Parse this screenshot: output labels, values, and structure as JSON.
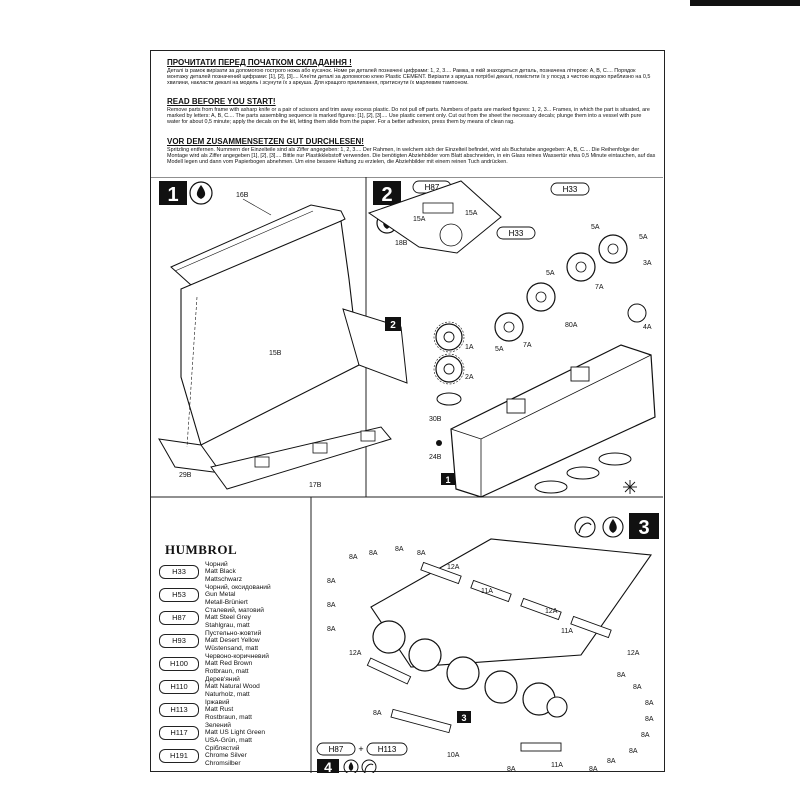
{
  "instructions": {
    "ua_heading": "ПРОЧИТАТИ ПЕРЕД ПОЧАТКОМ СКЛАДАННЯ !",
    "ua_text": "Деталі із рамок вирізати за допомогою гострого ножа або кусачок. Номе ри деталей позначені цифрами: 1, 2, 3.... Рамка, в якій знаходиться деталь, позначена літерою: А, В, С.... Порядок монтажу деталей позначений цифрами: [1], [2], [3].... Клеїти деталі за допомогою клею Plastic CEMENT. Вирізати з аркуша потрібні декалі, помістити їх у посуд з чистою водою приблизно на 0,5 хвилини, накласти декалі на модель і зсунути їх з аркуша. Для кращого прилипання, притиснути їх марлевим тампоном.",
    "en_heading": "READ BEFORE YOU START!",
    "en_text": "Remove parts from frame with asharp knife or a pair of scissors and trim away excess plastic. Do not pull off parts. Numbers of parts are marked figures: 1, 2, 3... Frames, in which the part is situated, are marked by letters: A, B, C.... The parts assembling sequence is marked figures: [1], [2], [3].... Use plastic cement only. Cut out from the sheet the necessary decals; plunge them into a vessel with pure water for about 0,5 minute; apply the decals on the kit, letting them slide from the paper. For a better adhesion, press them by means of clean rag.",
    "de_heading": "VOR DEM ZUSAMMENSETZEN GUT DURCHLESEN!",
    "de_text": "Spritzling entfernen. Nummern der Einzelteile sind als Ziffer angegeben: 1, 2, 3.... Der Rahmen, in welchem sich der Einzelteil befindet, wird als Buchstabe angegeben: A, B, C.... Die Reihenfolge der Montage wird als Ziffer angegeben [1], [2], [3].... Bittle nur Plastikklebstoff verwenden. Die benötigten Abziehbilder vom Blatt abschneiden, in ein Glass reines Wassertür etwa 0,5 Minute eintauchen, auf das Modell legen und dann vom Papierbogen abnehmen. Um eine bessere Haftung zu erzielen, die Abziehbilder mit einem reinen Tuch andrücken."
  },
  "steps": {
    "step1": {
      "number": "1",
      "parts": {
        "p16b": "16B",
        "p15b": "15B",
        "p29b": "29B",
        "p17b": "17B"
      },
      "sub_step": "2"
    },
    "step2": {
      "number": "2",
      "paint": "H87",
      "parts": {
        "p15a_l": "15A",
        "p15a_r": "15A",
        "p18b": "18B",
        "p1a": "1A",
        "p2a": "2A",
        "p30b": "30B",
        "p24b": "24B"
      }
    },
    "step3": {
      "number": "3",
      "paint_a": "H33",
      "paint_b": "H33",
      "parts": {
        "p5a_1": "5A",
        "p5a_2": "5A",
        "p5a_3": "5A",
        "p5a_4": "5A",
        "p3a": "3A",
        "p4a": "4A",
        "p7a_1": "7A",
        "p7a_2": "7A",
        "p80a": "80A"
      },
      "sub_step": "1"
    },
    "step4": {
      "number": "4",
      "paint_combo_a": "H87",
      "paint_combo_plus": "+",
      "paint_combo_b": "H113",
      "sub_step": "3",
      "parts": {
        "t8a_1": "8A",
        "t8a_2": "8A",
        "t8a_3": "8A",
        "t8a_4": "8A",
        "t8a_5": "8A",
        "t8a_6": "8A",
        "t8a_7": "8A",
        "t8a_8": "8A",
        "t8a_9": "8A",
        "t8a_10": "8A",
        "t8a_11": "8A",
        "t8a_12": "8A",
        "t8a_13": "8A",
        "t8a_14": "8A",
        "t8a_15": "8A",
        "t8a_16": "8A",
        "t8a_17": "8A",
        "t12a_1": "12A",
        "t12a_2": "12A",
        "t12a_3": "12A",
        "t12a_4": "12A",
        "t11a_1": "11A",
        "t11a_2": "11A",
        "t11a_3": "11A",
        "t10a": "10A"
      }
    }
  },
  "humbrol": {
    "brand": "HUMBROL",
    "colors": [
      {
        "code": "H33",
        "ua": "Чорний",
        "en": "Matt Black",
        "de": "Mattschwarz"
      },
      {
        "code": "H53",
        "ua": "Чорний, оксидований",
        "en": "Gun Metal",
        "de": "Metall-Brüniert"
      },
      {
        "code": "H87",
        "ua": "Сталевий, матовий",
        "en": "Matt Steel Grey",
        "de": "Stahlgrau, matt"
      },
      {
        "code": "H93",
        "ua": "Пустельно-жовтий",
        "en": "Matt Desert Yellow",
        "de": "Wüstensand, matt"
      },
      {
        "code": "H100",
        "ua": "Червоно-коричневий",
        "en": "Matt Red Brown",
        "de": "Rotbraun, matt"
      },
      {
        "code": "H110",
        "ua": "Дерев'яний",
        "en": "Matt Natural Wood",
        "de": "Naturholz, matt"
      },
      {
        "code": "H113",
        "ua": "Іржавий",
        "en": "Matt Rust",
        "de": "Rostbraun, matt"
      },
      {
        "code": "H117",
        "ua": "Зелений",
        "en": "Matt US Light Green",
        "de": "USA-Grün, matt"
      },
      {
        "code": "H191",
        "ua": "Сріблястий",
        "en": "Chrome Silver",
        "de": "Chromsilber"
      }
    ]
  },
  "colors": {
    "ink": "#111111",
    "paper": "#ffffff"
  },
  "icons": [
    "glue-drop-icon",
    "paint-brush-icon",
    "paint-drop-icon",
    "bucket-icon",
    "sun-asterisk-icon"
  ]
}
